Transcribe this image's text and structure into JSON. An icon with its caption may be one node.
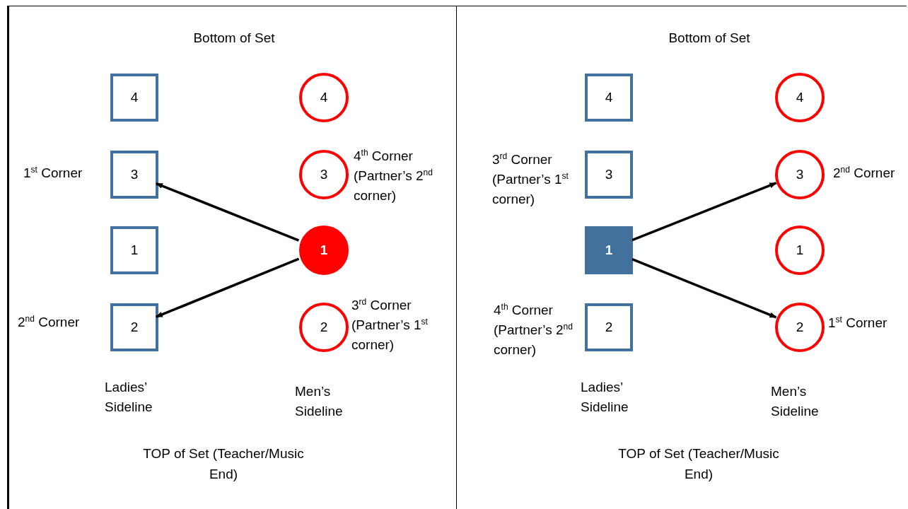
{
  "diagram": {
    "nodes": [
      {
        "text": [
          "Bottom of Set",
          "TOP of Set (Teacher/Music End)"
        ]
      },
      {
        "text": [
          "4"
        ],
        "in": 0
      },
      {
        "text": [
          "4"
        ],
        "in": 0
      },
      {
        "text": [
          "3"
        ],
        "in": 0,
        "beside": [
          "1$^{st}$ Corner"
        ]
      },
      {
        "text": [
          "3"
        ],
        "in": 0,
        "beside": [
          "4$^{th}$ Corner (Partner’s 2$^{nd}$ corner)"
        ]
      },
      {
        "text": [
          "1"
        ],
        "in": 0
      },
      {
        "text": [
          "1"
        ],
        "in": 0
      },
      {
        "text": [
          "2"
        ],
        "in": 0,
        "beside": [
          "2$^{nd}$ Corner"
        ]
      },
      {
        "text": [
          "2"
        ],
        "in": 0,
        "beside": [
          "3$^{rd}$ Corner (Partner’s 1$^{st}$ corner)"
        ]
      },
      {
        "text": [
          "Bottom of Set",
          "TOP of Set (Teacher/Music End)"
        ]
      },
      {
        "text": [
          "4"
        ],
        "in": 9
      },
      {
        "text": [
          "4"
        ],
        "in": 9
      },
      {
        "text": [
          "3"
        ],
        "in": 9,
        "beside": [
          "3$^{rd}$ Corner (Partner’s 1$^{st}$ corner)"
        ]
      },
      {
        "text": [
          "3"
        ],
        "in": 9,
        "beside": [
          "2$^{nd}$ Corner"
        ]
      },
      {
        "text": [
          "1"
        ],
        "in": 9
      },
      {
        "text": [
          "1"
        ],
        "in": 9
      },
      {
        "text": [
          "2"
        ],
        "in": 9,
        "beside": [
          "4$^{th}$ Corner (Partner’s 2$^{nd}$ corner)"
        ]
      },
      {
        "text": [
          "2"
        ],
        "in": 9,
        "beside": [
          "1$^{st}$ Corner"
        ]
      }
    ],
    "edges": [
      {
        "from": 6,
        "to": 3,
        "arrow": "to"
      },
      {
        "from": 6,
        "to": 7,
        "arrow": "to"
      },
      {
        "from": 14,
        "to": 13,
        "arrow": "to"
      },
      {
        "from": 14,
        "to": 17,
        "arrow": "to"
      }
    ],
    "labels": [
      "Ladies’ Sideline",
      "Men’s Sideline",
      "Ladies’ Sideline",
      "Men’s Sideline"
    ]
  }
}
